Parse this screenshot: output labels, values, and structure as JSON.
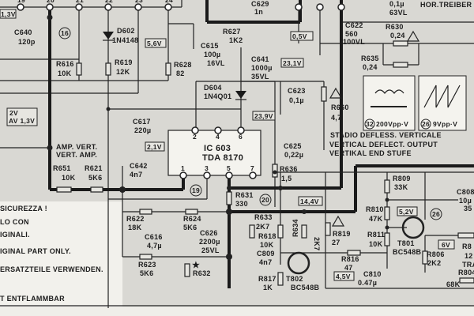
{
  "top_pins": [
    "19",
    "20",
    "21",
    "22",
    "23",
    "24"
  ],
  "voltages": {
    "v13": "1,3V",
    "v56": "5,6V",
    "v2": "2V",
    "av13": "AV 1,3V",
    "v05": "0,5V",
    "v231": "23,1V",
    "v239": "23,9V",
    "v21": "2,1V",
    "v144": "14,4V",
    "v52": "5,2V",
    "v6": "6V",
    "v45": "4,5V"
  },
  "test_points": [
    "16",
    "19",
    "20",
    "26"
  ],
  "components": {
    "C640": [
      "C640",
      "120p"
    ],
    "D602": [
      "D602",
      "1N4148"
    ],
    "C615": [
      "C615",
      "100µ",
      "16VL"
    ],
    "R616": [
      "R616",
      "10K"
    ],
    "R619": [
      "R619",
      "12K"
    ],
    "R628": [
      "R628",
      "82"
    ],
    "R627": [
      "R627",
      "1K2"
    ],
    "C629": [
      "C629",
      "1n"
    ],
    "D604": [
      "D604",
      "1N4Q01"
    ],
    "C617": [
      "C617",
      "220µ"
    ],
    "C641": [
      "C641",
      "1000µ",
      "35VL"
    ],
    "C623": [
      "C623",
      "0,1µ"
    ],
    "R660": [
      "R660",
      "4,7"
    ],
    "C622": [
      "C622",
      "560",
      "100VL"
    ],
    "C_top": [
      "0,1µ",
      "63VL"
    ],
    "R630": [
      "R630",
      "0,24"
    ],
    "R635": [
      "R635",
      "0,24"
    ],
    "C625": [
      "C625",
      "0,22µ"
    ],
    "C642": [
      "C642",
      "4n7"
    ],
    "R651": [
      "R651",
      "10K"
    ],
    "R621": [
      "R621",
      "5K6"
    ],
    "R636": [
      "R636",
      "1,5"
    ],
    "R631": [
      "R631",
      "330"
    ],
    "R622": [
      "R622",
      "18K"
    ],
    "R624": [
      "R624",
      "5K6"
    ],
    "C616": [
      "C616",
      "4,7µ"
    ],
    "C626": [
      "C626",
      "2200µ",
      "25VL"
    ],
    "R623": [
      "R623",
      "5K6"
    ],
    "R632": [
      "R632"
    ],
    "R633": [
      "R633",
      "2K7"
    ],
    "R618": [
      "R618",
      "10K"
    ],
    "C809": [
      "C809",
      "4n7"
    ],
    "R817": [
      "R817",
      "1K"
    ],
    "T802": [
      "T802",
      "BC548B"
    ],
    "R634": [
      "R634",
      "2K7"
    ],
    "R819": [
      "R819",
      "27"
    ],
    "R816": [
      "R816",
      "47"
    ],
    "C810": [
      "C810",
      "0.47µ"
    ],
    "R809": [
      "R809",
      "33K"
    ],
    "R810": [
      "R810",
      "47K"
    ],
    "R811": [
      "R811",
      "10K"
    ],
    "T801": [
      "T801",
      "BC548B"
    ],
    "R806": [
      "R806",
      "2K2"
    ],
    "C808": [
      "C808",
      "10µ",
      "35"
    ],
    "R8xx": [
      "R8",
      "12",
      "TRA"
    ],
    "R804": [
      "R804",
      "68K"
    ]
  },
  "ic": {
    "name": "IC 603",
    "part": "TDA 8170",
    "pins": [
      "2",
      "4",
      "6",
      "1",
      "3",
      "5",
      "7"
    ]
  },
  "hor_treiber": "HOR.TREIBER",
  "amp_vert": [
    "AMP. VERT.",
    "VERT. AMP."
  ],
  "stage_label": [
    "STADIO DEFLESS. VERTICALE",
    "VERTICAL DEFLECT. OUTPUT",
    "VERTIKAL END STUFE"
  ],
  "waveforms": [
    {
      "tp": "32",
      "label": "200Vpp·V"
    },
    {
      "tp": "26",
      "label": "9Vpp·V"
    }
  ],
  "safety_note": [
    "SICUREZZA !",
    "LO CON",
    "IGINALI.",
    "IGINAL PART ONLY.",
    "ERSATZTEILE VERWENDEN.",
    "T ENTFLAMMBAR"
  ],
  "star": "★"
}
